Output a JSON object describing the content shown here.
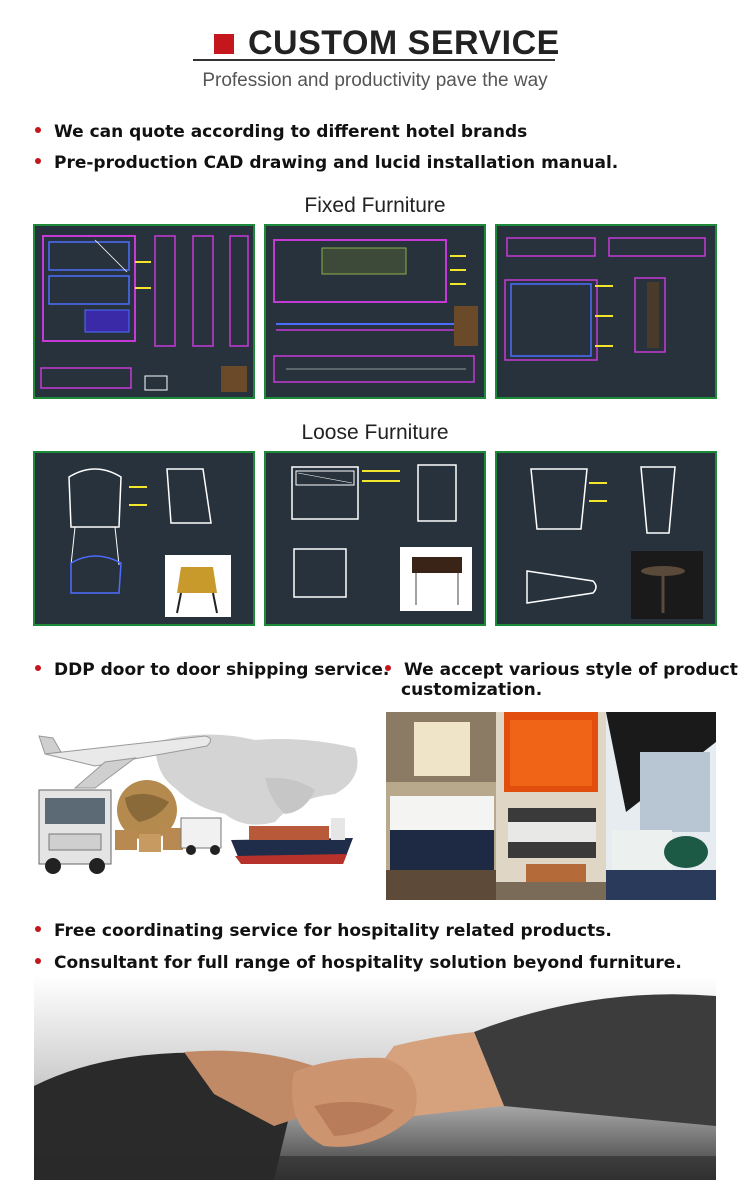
{
  "header": {
    "title": "CUSTOM SERVICE",
    "subtitle": "Profession and productivity pave the way"
  },
  "bullets_top": [
    "We can quote according to different hotel brands",
    "Pre-production CAD drawing and lucid installation manual."
  ],
  "sections": {
    "fixed": "Fixed Furniture",
    "loose": "Loose Furniture"
  },
  "bullets_mid": [
    "DDP door to door shipping service.",
    "We accept various style of product",
    "customization."
  ],
  "bullets_bottom": [
    "Free coordinating service for hospitality related products.",
    "Consultant for full range of hospitality solution beyond furniture."
  ],
  "colors": {
    "accent": "#c4161c",
    "cad_bg": "#27323c",
    "cad_border": "#1d8a3a"
  }
}
